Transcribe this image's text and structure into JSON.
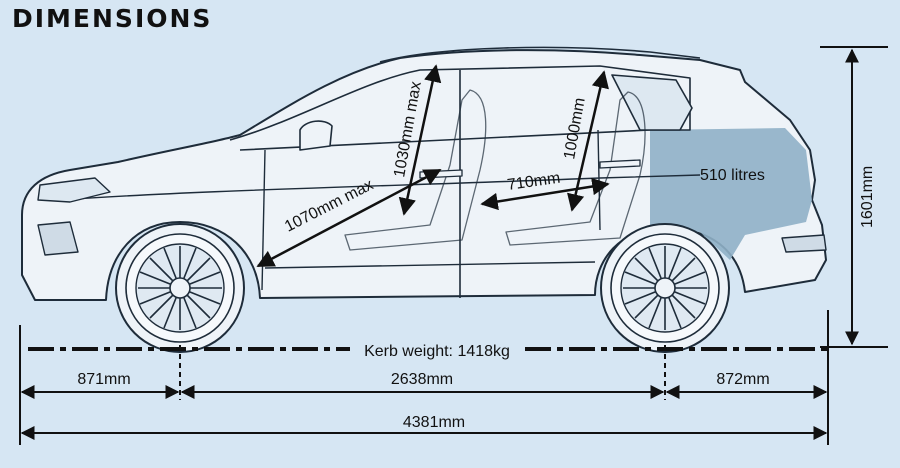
{
  "title": "DIMENSIONS",
  "labels": {
    "kerb_weight": "Kerb weight: 1418kg",
    "front_overhang": "871mm",
    "wheelbase": "2638mm",
    "rear_overhang": "872mm",
    "length": "4381mm",
    "height": "1601mm",
    "boot": "510 litres",
    "front_headroom": "1030mm max",
    "front_legroom": "1070mm max",
    "rear_headroom": "1000mm",
    "rear_legroom": "710mm"
  },
  "colors": {
    "background": "#d6e6f3",
    "body_fill": "#eef3f8",
    "boot_fill": "#8fb0c6",
    "ink": "#111111",
    "outline": "#1e2c3a"
  }
}
